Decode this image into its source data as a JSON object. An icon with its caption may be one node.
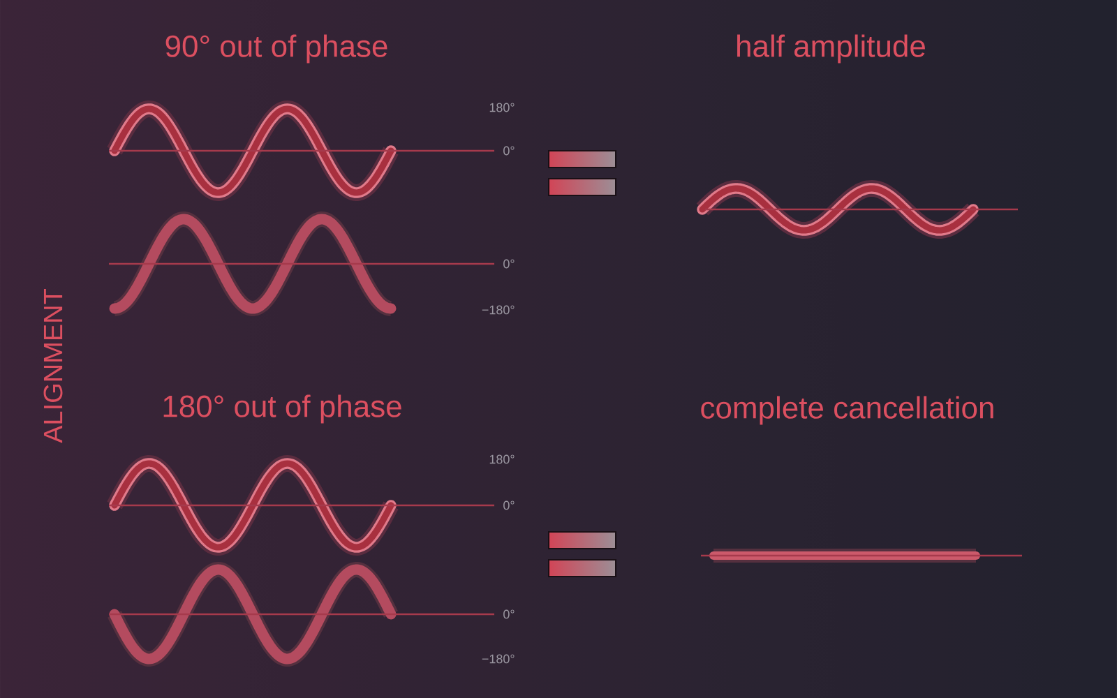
{
  "diagram": {
    "labels": [
      "90° out of phase",
      "half amplitude",
      "180°",
      "0°",
      "0°",
      "−180°",
      "ALIGNMENT",
      "180° out of phase",
      "complete cancellation",
      "180°",
      "0°",
      "0°",
      "−180°"
    ]
  }
}
